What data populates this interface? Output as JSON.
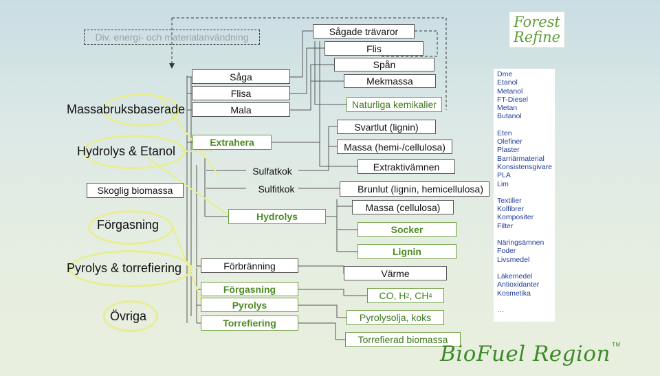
{
  "energy_box": "Div. energi- och materialanvändning",
  "categories": {
    "massabruk": "Massabruksbaserade",
    "hydrolys": "Hydrolys & Etanol",
    "skoglig": "Skoglig biomassa",
    "forgasning": "Förgasning",
    "pyrolys": "Pyrolys & torrefiering",
    "ovriga": "Övriga"
  },
  "processes": {
    "saga": "Såga",
    "flisa": "Flisa",
    "mala": "Mala",
    "extrahera": "Extrahera",
    "sulfatkok": "Sulfatkok",
    "sulfitkok": "Sulfitkok",
    "hydrolys": "Hydrolys",
    "forbranning": "Förbränning",
    "forgasning": "Förgasning",
    "pyrolys": "Pyrolys",
    "torrefiering": "Torrefiering"
  },
  "outputs": {
    "sagade": "Sågade trävaror",
    "flis": "Flis",
    "span": "Spån",
    "mekmassa": "Mekmassa",
    "kemikalier": "Naturliga kemikalier",
    "svartlut": "Svartlut (lignin)",
    "massa_hemi": "Massa (hemi-/cellulosa)",
    "extraktiv": "Extraktivämnen",
    "brunlut": "Brunlut (lignin, hemicellulosa)",
    "massa_cell": "Massa (cellulosa)",
    "socker": "Socker",
    "lignin": "Lignin",
    "varme": "Värme",
    "co_h2_prefix": "CO, H",
    "co_h2_sub1": "2",
    "co_h2_mid": ", CH",
    "co_h2_sub2": "4",
    "pyrolysolja": "Pyrolysolja, koks",
    "torrefierad": "Torrefierad biomassa"
  },
  "products": {
    "fuels": [
      "Dme",
      "Etanol",
      "Metanol",
      "FT-Diesel",
      "Metan",
      "Butanol"
    ],
    "materials": [
      "Eten",
      "Olefiner",
      "Plaster",
      "Barriärmaterial",
      "Konsistensgivare",
      "PLA",
      "Lim"
    ],
    "fibers": [
      "Textilier",
      "Kolfibrer",
      "Kompositer",
      "Filter"
    ],
    "food": [
      "Näringsämnen",
      "Foder",
      "Livsmedel"
    ],
    "medical": [
      "Läkemedel",
      "Antioxidanter",
      "Kosmetika"
    ],
    "more": "…"
  },
  "logos": {
    "forest_line1": "Forest",
    "forest_line2": "Refine",
    "biofuel": "BioFuel Region",
    "biofuel_tm": "TM"
  },
  "colors": {
    "highlight": "#e8ed8f",
    "green_text": "#4d8a24",
    "product_text": "#1f3c99",
    "connector": "#555555"
  }
}
